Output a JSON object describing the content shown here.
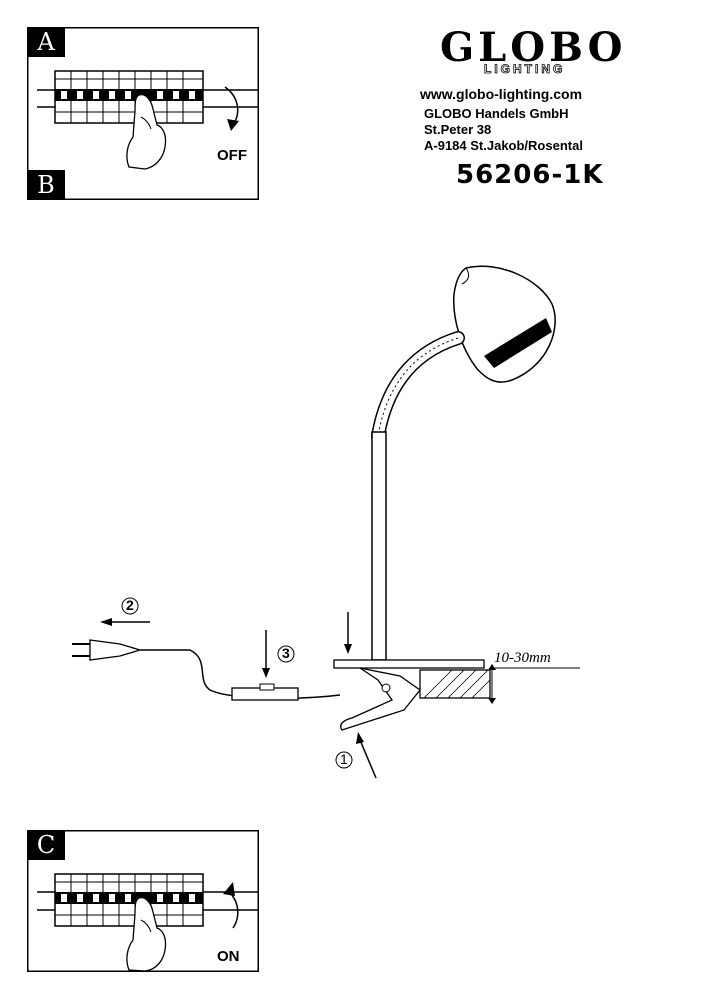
{
  "panels": {
    "a": {
      "letter": "A",
      "state_label": "OFF"
    },
    "b": {
      "letter": "B"
    },
    "c": {
      "letter": "C",
      "state_label": "ON"
    }
  },
  "brand": {
    "name": "GLOBO",
    "sub": "LIGHTING",
    "url": "www.globo-lighting.com",
    "company": "GLOBO Handels GmbH",
    "street": "St.Peter 38",
    "city": "A-9184 St.Jakob/Rosental"
  },
  "model_number": "56206-1K",
  "steps": {
    "one": "1",
    "two": "2",
    "three": "3"
  },
  "dimension_label": "10-30mm",
  "colors": {
    "ink": "#000000",
    "paper": "#ffffff"
  }
}
